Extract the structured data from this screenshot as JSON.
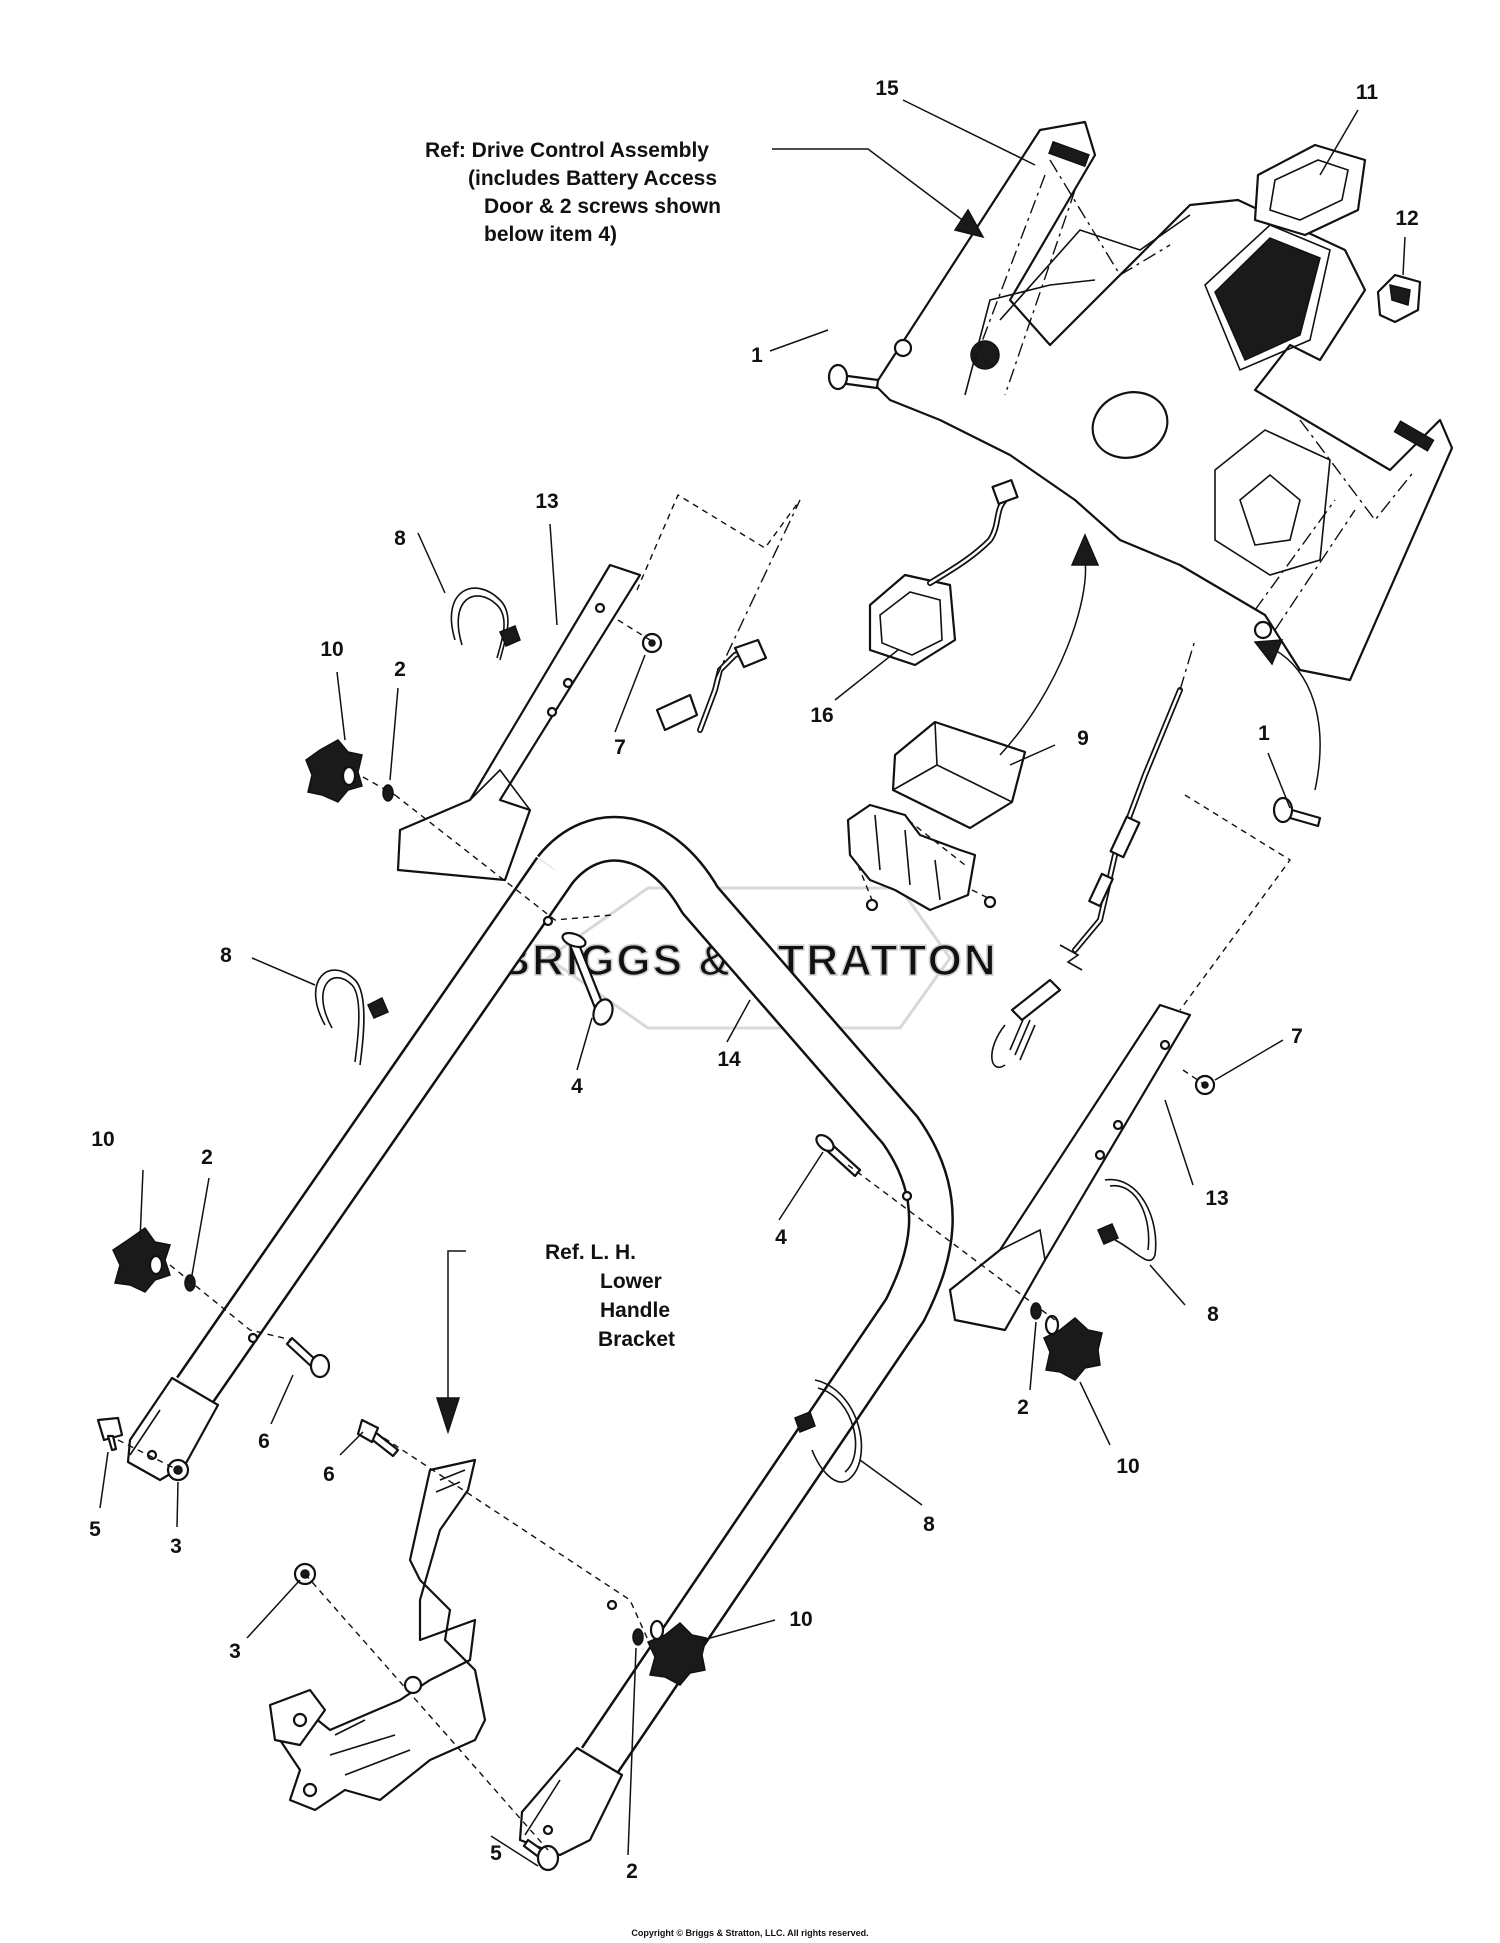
{
  "note_lines": [
    "Ref: Drive Control Assembly",
    "(includes Battery Access",
    "Door & 2 screws shown",
    "below item 4)"
  ],
  "bracket_ref_lines": [
    "Ref. L. H.",
    "Lower",
    "Handle",
    "Bracket"
  ],
  "watermark": {
    "text": "BRIGGS & STRATTON",
    "brand_color": "#d0d0d0"
  },
  "copyright": "Copyright © Briggs & Stratton, LLC. All rights reserved.",
  "callouts": [
    {
      "id": "c-15",
      "text": "15"
    },
    {
      "id": "c-11",
      "text": "11"
    },
    {
      "id": "c-12",
      "text": "12"
    },
    {
      "id": "c-1a",
      "text": "1"
    },
    {
      "id": "c-13a",
      "text": "13"
    },
    {
      "id": "c-8a",
      "text": "8"
    },
    {
      "id": "c-10a",
      "text": "10"
    },
    {
      "id": "c-2a",
      "text": "2"
    },
    {
      "id": "c-7a",
      "text": "7"
    },
    {
      "id": "c-16",
      "text": "16"
    },
    {
      "id": "c-9",
      "text": "9"
    },
    {
      "id": "c-1b",
      "text": "1"
    },
    {
      "id": "c-8b",
      "text": "8"
    },
    {
      "id": "c-4a",
      "text": "4"
    },
    {
      "id": "c-14",
      "text": "14"
    },
    {
      "id": "c-7b",
      "text": "7"
    },
    {
      "id": "c-10b",
      "text": "10"
    },
    {
      "id": "c-2b",
      "text": "2"
    },
    {
      "id": "c-13b",
      "text": "13"
    },
    {
      "id": "c-4b",
      "text": "4"
    },
    {
      "id": "c-8c",
      "text": "8"
    },
    {
      "id": "c-6a",
      "text": "6"
    },
    {
      "id": "c-5a",
      "text": "5"
    },
    {
      "id": "c-3a",
      "text": "3"
    },
    {
      "id": "c-6b",
      "text": "6"
    },
    {
      "id": "c-2c",
      "text": "2"
    },
    {
      "id": "c-10c",
      "text": "10"
    },
    {
      "id": "c-8d",
      "text": "8"
    },
    {
      "id": "c-3b",
      "text": "3"
    },
    {
      "id": "c-10d",
      "text": "10"
    },
    {
      "id": "c-2d",
      "text": "2"
    },
    {
      "id": "c-5b",
      "text": "5"
    }
  ]
}
